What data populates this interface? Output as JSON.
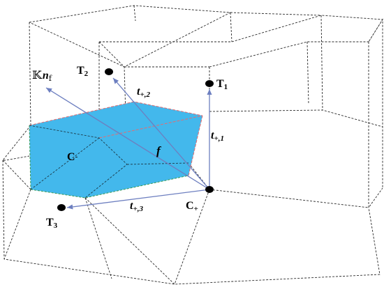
{
  "labels": {
    "T1": {
      "main": "T",
      "sub": "1"
    },
    "T2": {
      "main": "T",
      "sub": "2"
    },
    "T3": {
      "main": "T",
      "sub": "3"
    },
    "C_plus": {
      "main": "C",
      "sup": "+"
    },
    "C_minus": {
      "main": "C",
      "sup": "-"
    },
    "f": "f",
    "t1": {
      "main": "t",
      "sub": "+,1"
    },
    "t2": {
      "main": "t",
      "sub": "+,2"
    },
    "t3": {
      "main": "t",
      "sub": "+,3"
    },
    "Kn": {
      "k": "𝕂",
      "n": "n",
      "sub": "f"
    }
  },
  "colors": {
    "face": "#43b8ec",
    "vector": "#6d7fc0",
    "edge": "#2a2a2a"
  }
}
